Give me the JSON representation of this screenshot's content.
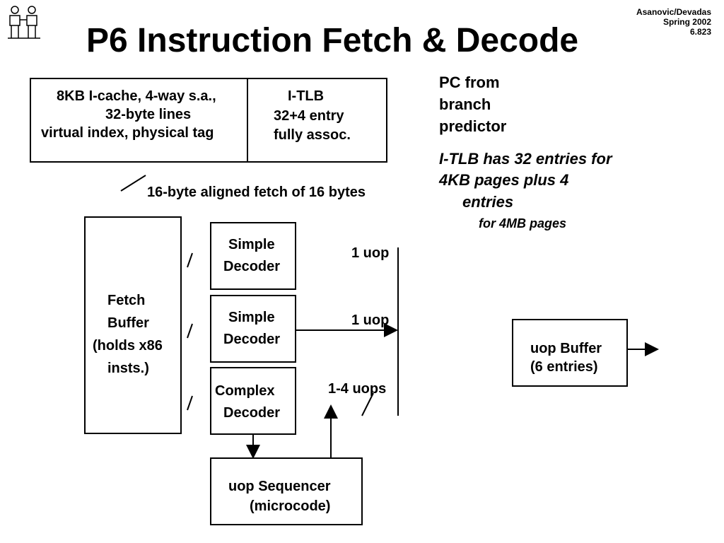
{
  "slide": {
    "title": "P6 Instruction Fetch & Decode",
    "credit": [
      "Asanovic/Devadas",
      "Spring 2002",
      "6.823"
    ]
  },
  "icache": {
    "lines": [
      "8KB I-cache, 4-way s.a.,",
      "32-byte lines",
      "virtual index, physical tag"
    ]
  },
  "itlb": {
    "lines": [
      "I-TLB",
      "32+4 entry",
      "fully assoc."
    ]
  },
  "pc_note": [
    "PC from",
    "branch",
    "predictor"
  ],
  "tlb_note": [
    "I-TLB has 32 entries for",
    "4KB pages plus 4",
    "entries",
    "for 4MB pages"
  ],
  "fetch_label": "16-byte aligned fetch of 16 bytes",
  "fetch_buffer": [
    "Fetch",
    "Buffer",
    "(holds x86",
    "insts.)"
  ],
  "decoders": [
    {
      "lines": [
        "Simple",
        "Decoder"
      ],
      "output": "1 uop"
    },
    {
      "lines": [
        "Simple",
        "Decoder"
      ],
      "output": "1 uop"
    },
    {
      "lines": [
        "Complex",
        "Decoder"
      ],
      "output": "1-4 uops"
    }
  ],
  "sequencer": [
    "uop Sequencer",
    "(microcode)"
  ],
  "uop_buffer": [
    "uop Buffer",
    "(6 entries)"
  ]
}
